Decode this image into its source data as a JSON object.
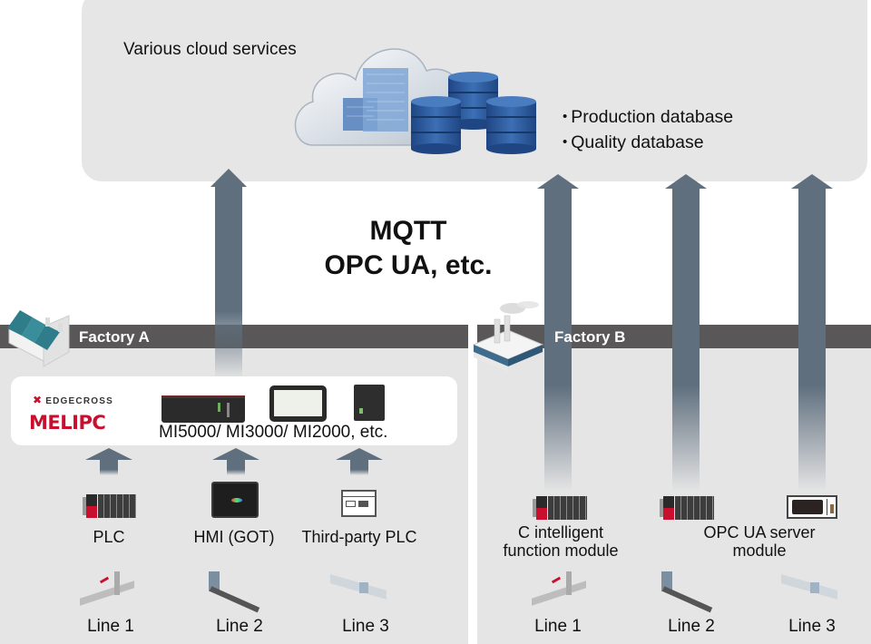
{
  "cloud": {
    "title": "Various cloud services",
    "databases": [
      "Production database",
      "Quality database"
    ]
  },
  "protocols": {
    "line1": "MQTT",
    "line2": "OPC UA, etc."
  },
  "factory_a": {
    "label": "Factory A",
    "edge_brand": "EDGECROSS",
    "edge_product": "MELIPC",
    "edge_models": "MI5000/ MI3000/ MI2000, etc.",
    "devices": [
      "PLC",
      "HMI (GOT)",
      "Third-party PLC"
    ],
    "lines": [
      "Line 1",
      "Line 2",
      "Line 3"
    ]
  },
  "factory_b": {
    "label": "Factory B",
    "devices": [
      "C intelligent\nfunction module",
      "OPC UA server\nmodule"
    ],
    "device_1": "C intelligent",
    "device_1b": "function module",
    "device_2": "OPC UA server",
    "device_2b": "module",
    "lines": [
      "Line 1",
      "Line 2",
      "Line 3"
    ]
  },
  "colors": {
    "arrow": "#5f6f7e",
    "band": "#595757",
    "panel": "#e5e5e5",
    "accent_red": "#c8102e",
    "db_blue": "#2f5b9a"
  }
}
